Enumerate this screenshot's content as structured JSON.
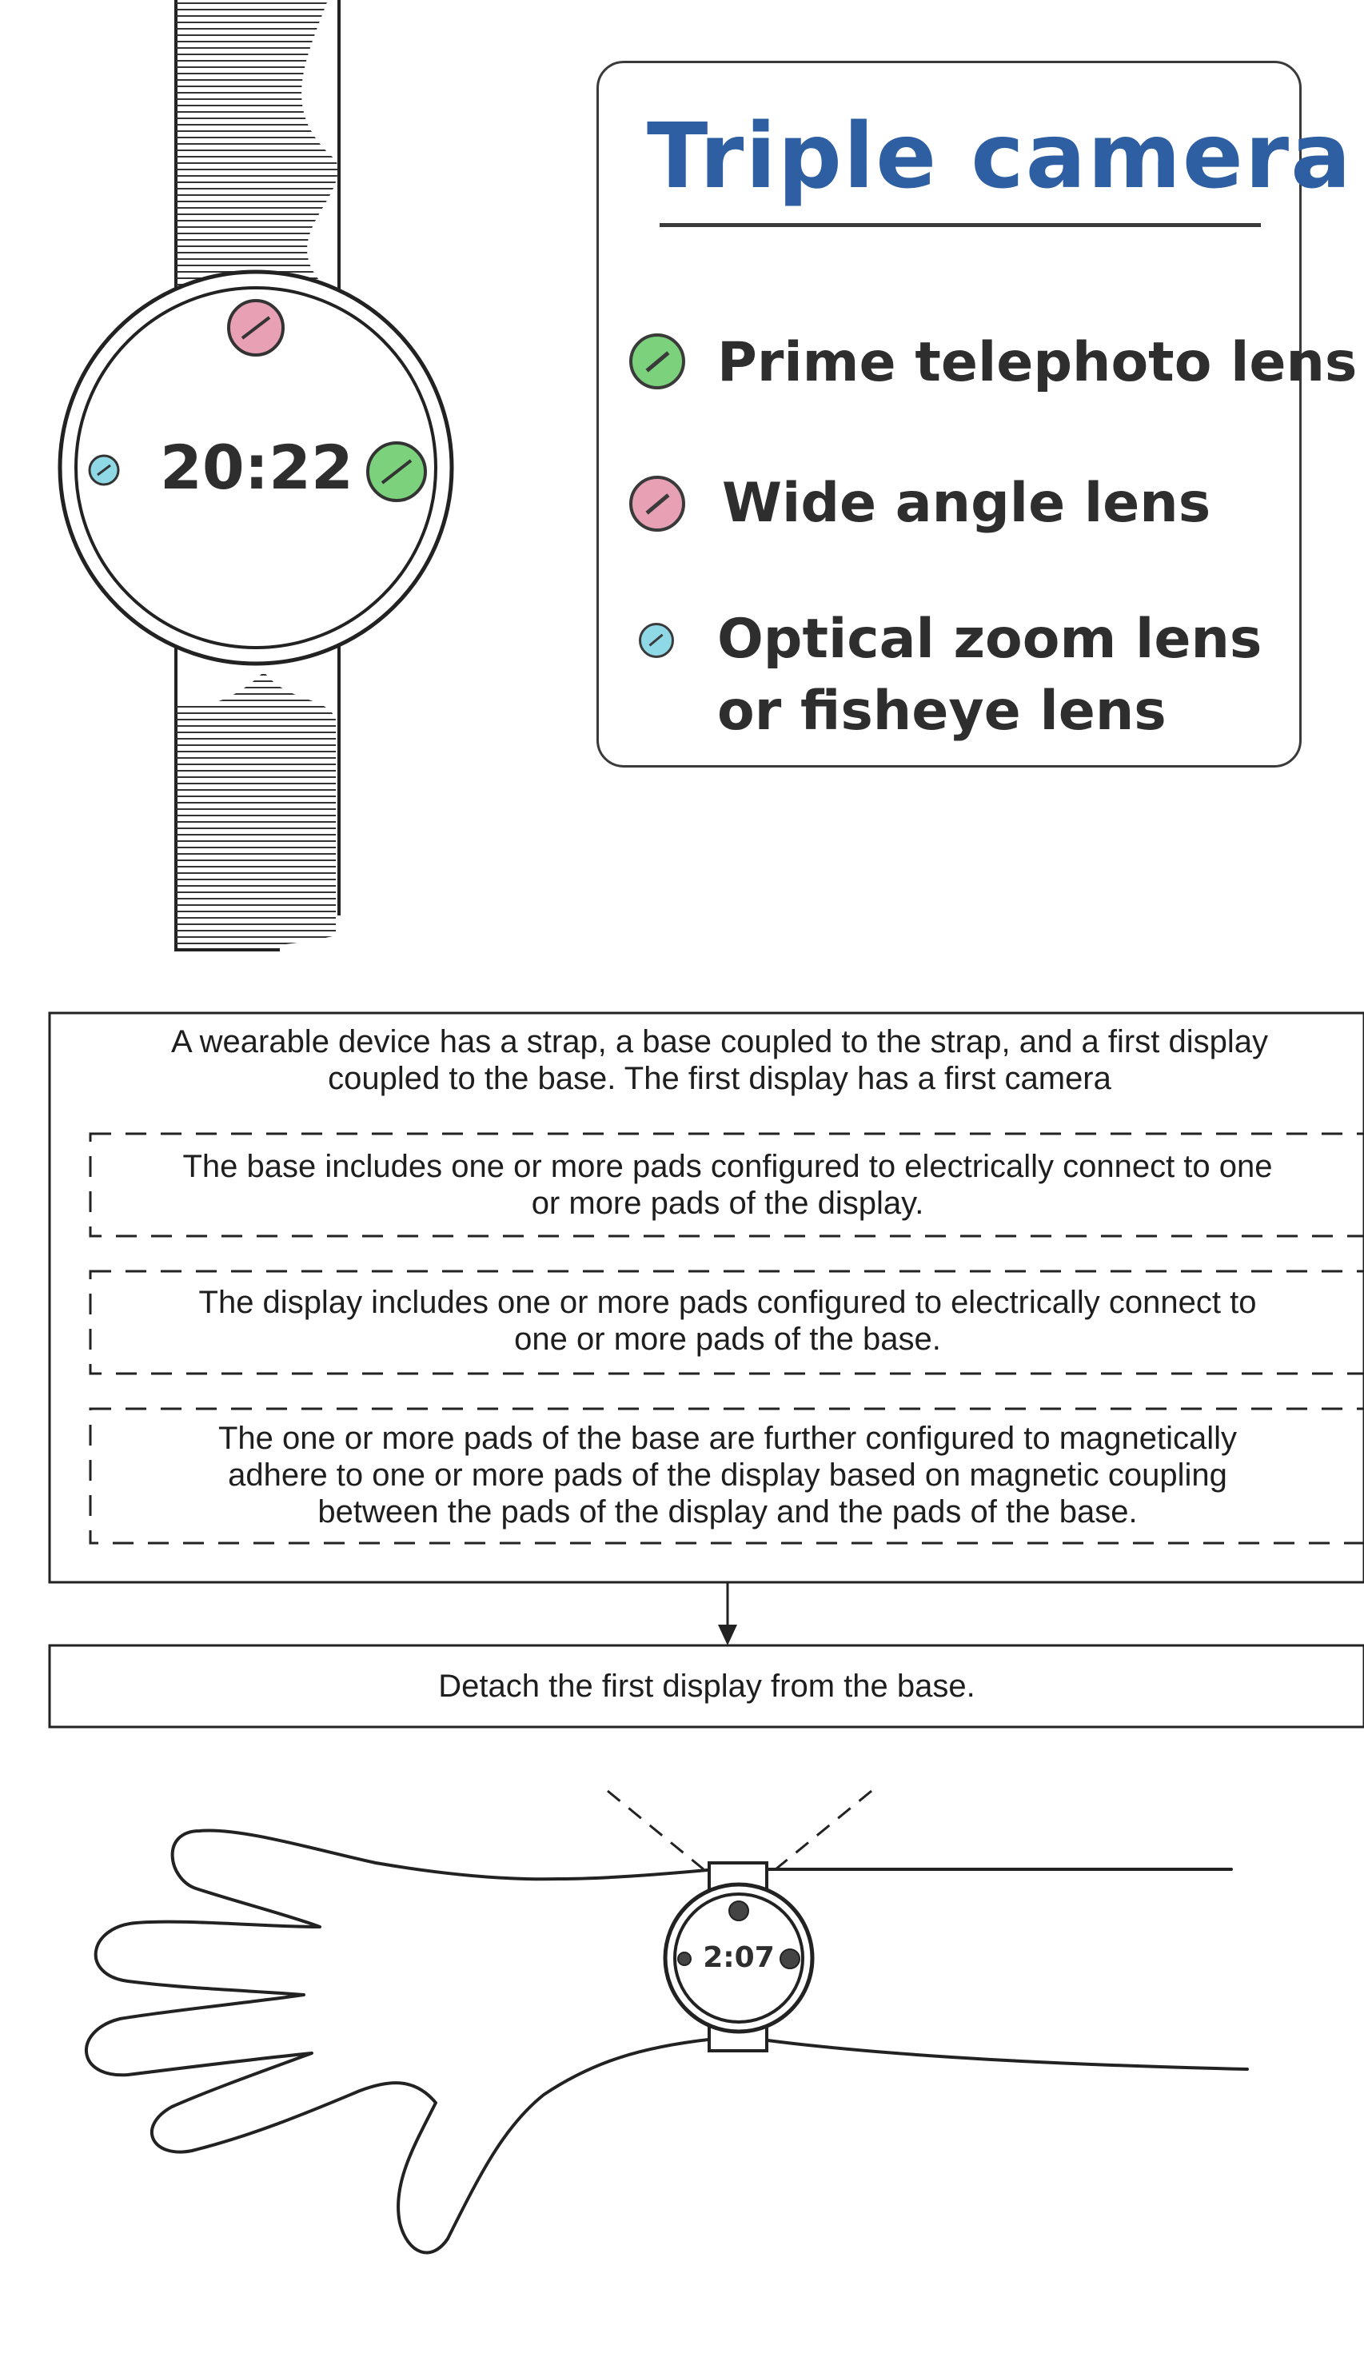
{
  "legend": {
    "title": "Triple camera",
    "items": [
      {
        "label_lines": [
          "Prime telephoto lens"
        ],
        "color": "#7cd27c"
      },
      {
        "label_lines": [
          "Wide angle lens"
        ],
        "color": "#e8a0b4"
      },
      {
        "label_lines": [
          "Optical zoom lens",
          "or fisheye lens"
        ],
        "color": "#8fd8e6"
      }
    ]
  },
  "watch_top": {
    "time": "20:22"
  },
  "watch_wrist": {
    "time": "2:07"
  },
  "flow": {
    "main_text": [
      "A wearable device has a strap, a base coupled to the strap, and a first display",
      "coupled to the base.  The first display has a first camera"
    ],
    "sub_blocks": [
      {
        "lines": [
          "The base includes one or more pads configured to electrically connect to one",
          "or more pads of the display."
        ]
      },
      {
        "lines": [
          "The display includes one or more pads configured to electrically connect to",
          "one or more pads of the base."
        ]
      },
      {
        "lines": [
          "The one or more pads of the base are further configured to magnetically",
          "adhere to one or more pads of the display based on magnetic coupling",
          "between the pads of the display and the pads of the base."
        ]
      }
    ],
    "step_text": "Detach the first display from the base."
  }
}
